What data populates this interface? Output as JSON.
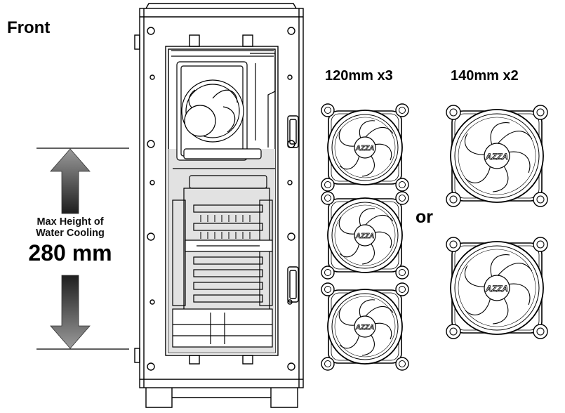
{
  "front_label": "Front",
  "fan_options": {
    "option_120": {
      "label": "120mm x3",
      "count": 3,
      "fan_logo": "AZZA"
    },
    "option_140": {
      "label": "140mm x2",
      "count": 2,
      "fan_logo": "AZZA"
    },
    "separator": "or"
  },
  "water_cooling": {
    "line1": "Max Height of",
    "line2": "Water Cooling",
    "value": "280 mm"
  },
  "colors": {
    "line": "#000000",
    "shaded_area": "#e2e2e2",
    "arrow_dark": "#3a3a3a"
  },
  "icons": [
    "up-arrow-icon",
    "down-arrow-icon",
    "fan-icon"
  ]
}
